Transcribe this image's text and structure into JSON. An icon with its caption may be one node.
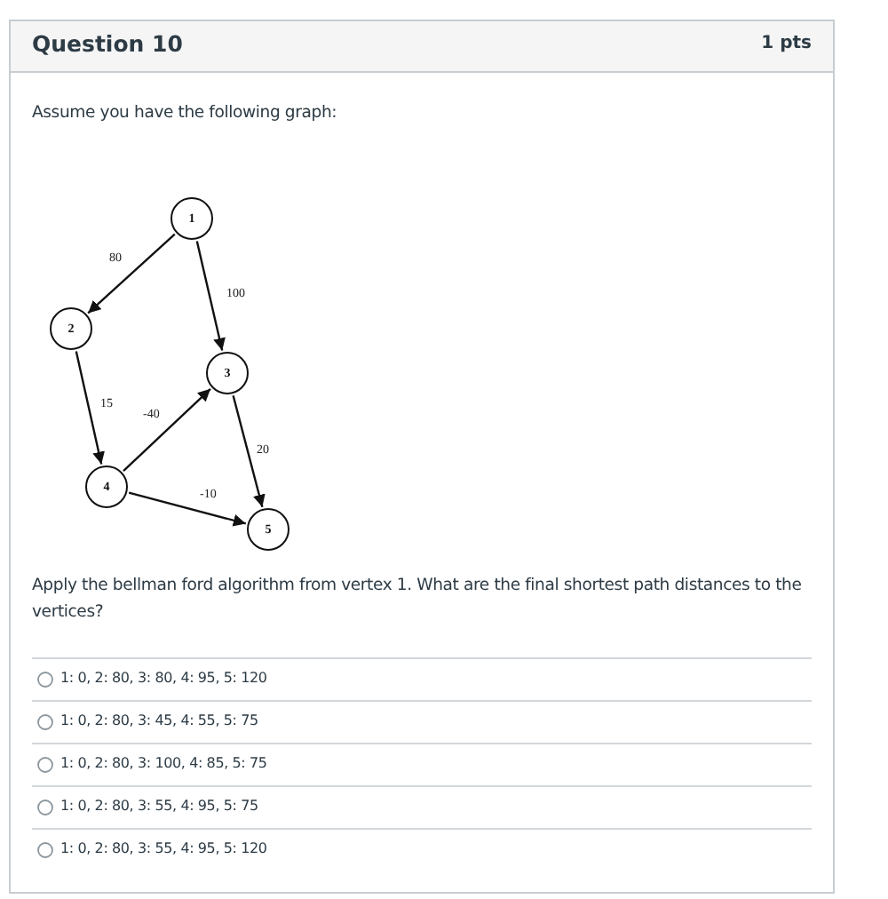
{
  "diagram": {
    "title": "Question 10",
    "nodes": [
      {
        "text": [
          "1"
        ]
      },
      {
        "text": [
          "2"
        ]
      },
      {
        "text": [
          "3"
        ]
      },
      {
        "text": [
          "4"
        ]
      },
      {
        "text": [
          "5"
        ]
      }
    ],
    "edges": [
      {
        "from": 0,
        "to": 1,
        "arrow": "to",
        "label": "80"
      },
      {
        "from": 0,
        "to": 2,
        "arrow": "to",
        "label": "100"
      },
      {
        "from": 1,
        "to": 3,
        "arrow": "to",
        "label": "15"
      },
      {
        "from": 3,
        "to": 2,
        "arrow": "to",
        "label": "-40"
      },
      {
        "from": 2,
        "to": 4,
        "arrow": "to",
        "label": "20"
      },
      {
        "from": 3,
        "to": 4,
        "arrow": "to",
        "label": "-10"
      }
    ],
    "labels": [
      "1 pts",
      "Assume you have the following graph:",
      "Apply the bellman ford algorithm from vertex 1. What are the final shortest path distances to the vertices?",
      "1: 0, 2: 80, 3: 80, 4: 95, 5: 120",
      "1: 0, 2: 80, 3: 45, 4: 55, 5: 75",
      "1: 0, 2: 80, 3: 100, 4: 85, 5: 75",
      "1: 0, 2: 80, 3: 55, 4: 95, 5: 75",
      "1: 0, 2: 80, 3: 55, 4: 95, 5: 120"
    ]
  }
}
